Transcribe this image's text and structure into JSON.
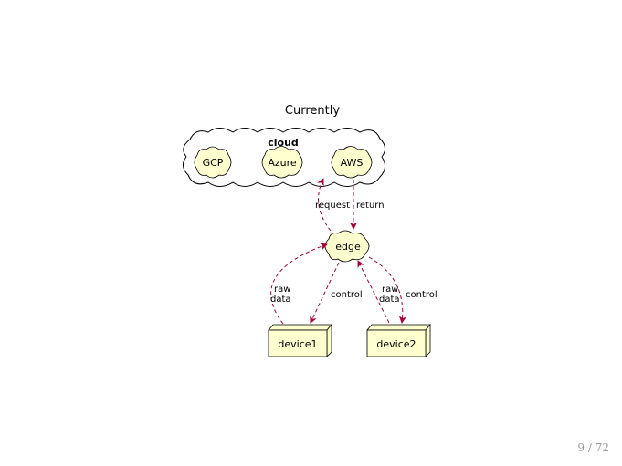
{
  "slide": {
    "title": "Currently",
    "page_number": "9 / 72"
  },
  "diagram": {
    "cloud_group": {
      "label": "cloud"
    },
    "nodes": {
      "gcp": "GCP",
      "azure": "Azure",
      "aws": "AWS",
      "edge": "edge",
      "device1": "device1",
      "device2": "device2"
    },
    "edges": {
      "edge_to_aws": "request",
      "aws_to_edge": "return",
      "device1_to_edge": [
        "raw",
        "data"
      ],
      "edge_to_device1": "control",
      "device2_to_edge": [
        "raw",
        "data"
      ],
      "edge_to_device2": "control"
    },
    "colors": {
      "node_fill": "#fefece",
      "node_stroke": "#000000",
      "arrow": "#a80036"
    }
  }
}
